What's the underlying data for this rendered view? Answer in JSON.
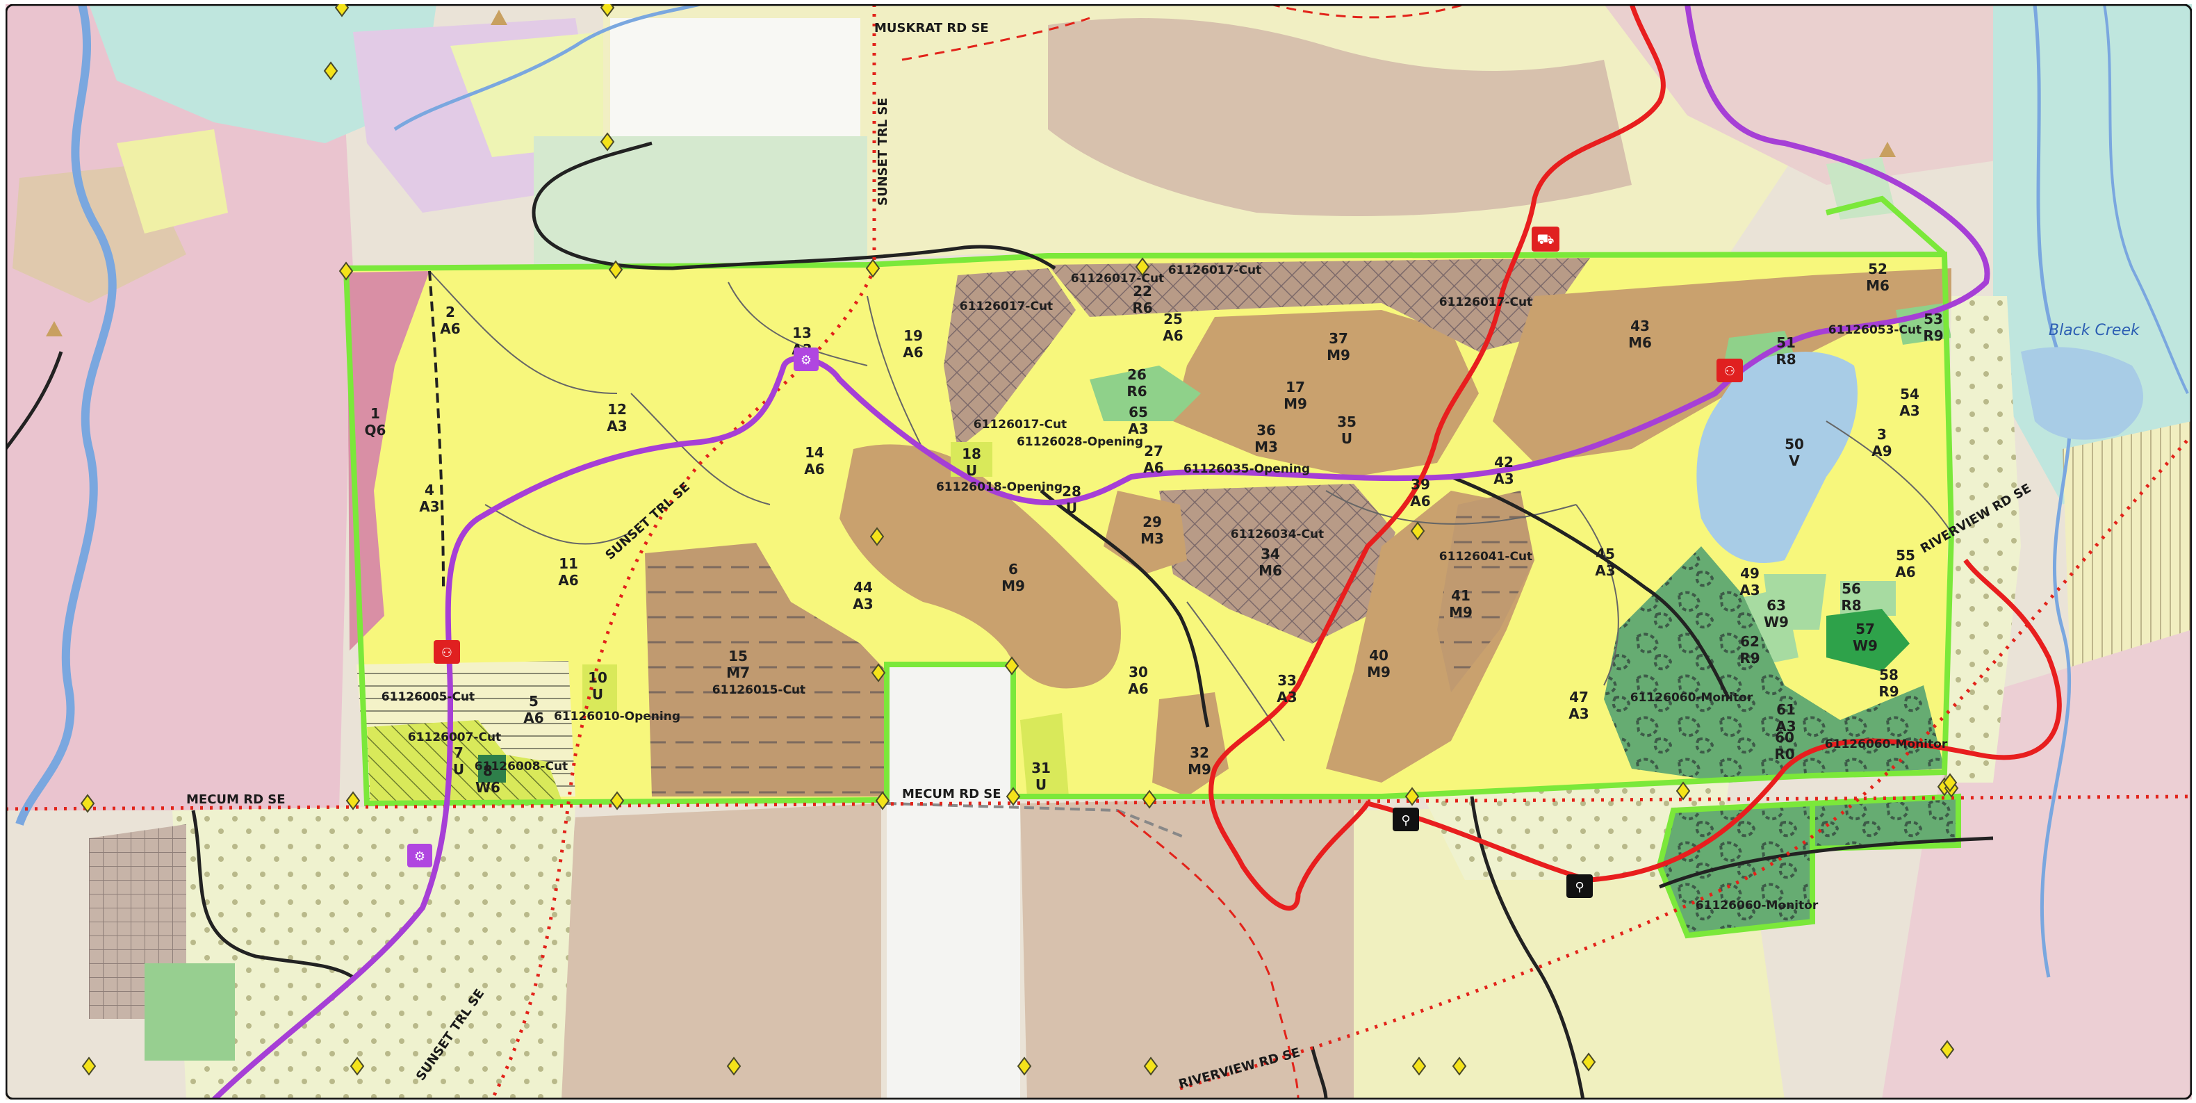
{
  "colors": {
    "border": "#111111",
    "plan_boundary": "#7be83a",
    "stand_a": "#f7f77c",
    "stand_m": "#c9a16e",
    "trail_purple": "#a63fd6",
    "trail_red": "#e81e1e",
    "road_black": "#222222",
    "road_red_dotted": "#e2231a",
    "monitor": "#5fa86d",
    "water": "#a8cce6",
    "river": "#6e9fd8"
  },
  "roads": {
    "muskrat": "MUSKRAT RD SE",
    "sunset_top": "SUNSET TRL SE",
    "sunset_mid": "SUNSET TRL SE",
    "sunset_bottom": "SUNSET TRL SE",
    "mecum_left": "MECUM RD SE",
    "mecum_mid": "MECUM RD SE",
    "riverview_right": "RIVERVIEW RD SE",
    "riverview_bottom": "RIVERVIEW RD SE"
  },
  "water": {
    "black_creek": "Black Creek"
  },
  "stands": [
    {
      "id": "1",
      "code": "Q6"
    },
    {
      "id": "2",
      "code": "A6"
    },
    {
      "id": "3",
      "code": "A9"
    },
    {
      "id": "4",
      "code": "A3"
    },
    {
      "id": "5",
      "code": "A6"
    },
    {
      "id": "6",
      "code": "M9"
    },
    {
      "id": "7",
      "code": "U"
    },
    {
      "id": "8",
      "code": "W6"
    },
    {
      "id": "10",
      "code": "U"
    },
    {
      "id": "11",
      "code": "A6"
    },
    {
      "id": "12",
      "code": "A3"
    },
    {
      "id": "13",
      "code": "A3"
    },
    {
      "id": "14",
      "code": "A6"
    },
    {
      "id": "15",
      "code": "M7"
    },
    {
      "id": "17",
      "code": "M9"
    },
    {
      "id": "18",
      "code": "U"
    },
    {
      "id": "19",
      "code": "A6"
    },
    {
      "id": "22",
      "code": "R6"
    },
    {
      "id": "25",
      "code": "A6"
    },
    {
      "id": "26",
      "code": "R6"
    },
    {
      "id": "27",
      "code": "A6"
    },
    {
      "id": "28",
      "code": "U"
    },
    {
      "id": "29",
      "code": "M3"
    },
    {
      "id": "30",
      "code": "A6"
    },
    {
      "id": "31",
      "code": "U"
    },
    {
      "id": "32",
      "code": "M9"
    },
    {
      "id": "33",
      "code": "A3"
    },
    {
      "id": "34",
      "code": "M6"
    },
    {
      "id": "35",
      "code": "U"
    },
    {
      "id": "36",
      "code": "M3"
    },
    {
      "id": "37",
      "code": "M9"
    },
    {
      "id": "39",
      "code": "A6"
    },
    {
      "id": "40",
      "code": "M9"
    },
    {
      "id": "41",
      "code": "M9"
    },
    {
      "id": "42",
      "code": "A3"
    },
    {
      "id": "43",
      "code": "M6"
    },
    {
      "id": "44",
      "code": "A3"
    },
    {
      "id": "45",
      "code": "A3"
    },
    {
      "id": "47",
      "code": "A3"
    },
    {
      "id": "49",
      "code": "A3"
    },
    {
      "id": "50",
      "code": "V"
    },
    {
      "id": "51",
      "code": "R8"
    },
    {
      "id": "52",
      "code": "M6"
    },
    {
      "id": "53",
      "code": "R9"
    },
    {
      "id": "54",
      "code": "A3"
    },
    {
      "id": "55",
      "code": "A6"
    },
    {
      "id": "56",
      "code": "R8"
    },
    {
      "id": "57",
      "code": "W9"
    },
    {
      "id": "58",
      "code": "R9"
    },
    {
      "id": "60",
      "code": "R0"
    },
    {
      "id": "61",
      "code": "A3"
    },
    {
      "id": "62",
      "code": "R9"
    },
    {
      "id": "63",
      "code": "W9"
    },
    {
      "id": "65",
      "code": "A3"
    }
  ],
  "treatments": [
    "61126017-Cut",
    "61126017-Cut",
    "61126017-Cut",
    "61126017-Cut",
    "61126017-Cut",
    "61126028-Opening",
    "61126018-Opening",
    "61126035-Opening",
    "61126034-Cut",
    "61126041-Cut",
    "61126053-Cut",
    "61126015-Cut",
    "61126005-Cut",
    "61126007-Cut",
    "61126008-Cut",
    "61126010-Opening",
    "61126060-Monitor",
    "61126060-Monitor",
    "61126060-Monitor"
  ],
  "icons": {
    "atv": "atv-icon",
    "snowmobile": "snowmobile-icon",
    "motorcycle": "motorcycle-icon",
    "marker": "yellow-diamond-marker-icon",
    "peak": "peak-triangle-icon"
  }
}
